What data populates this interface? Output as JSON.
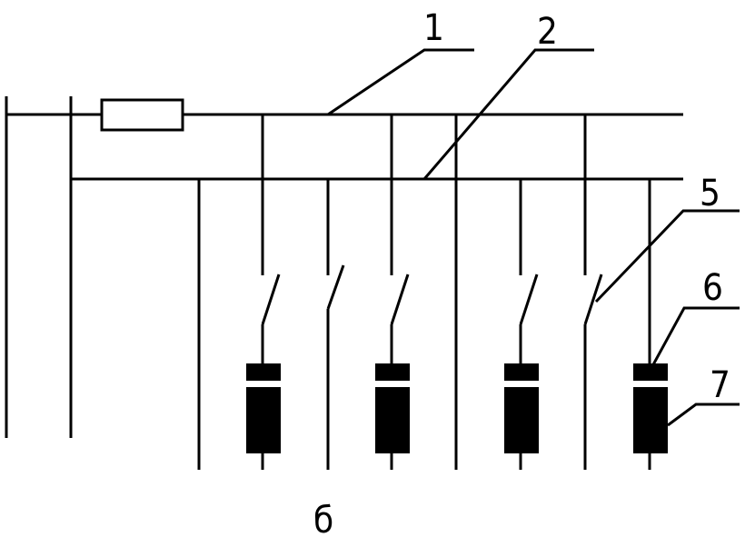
{
  "labels": {
    "l1": "1",
    "l2": "2",
    "l5": "5",
    "l6": "6",
    "l7": "7",
    "caption": "б"
  },
  "colors": {
    "stroke": "#000000",
    "background": "#ffffff"
  }
}
